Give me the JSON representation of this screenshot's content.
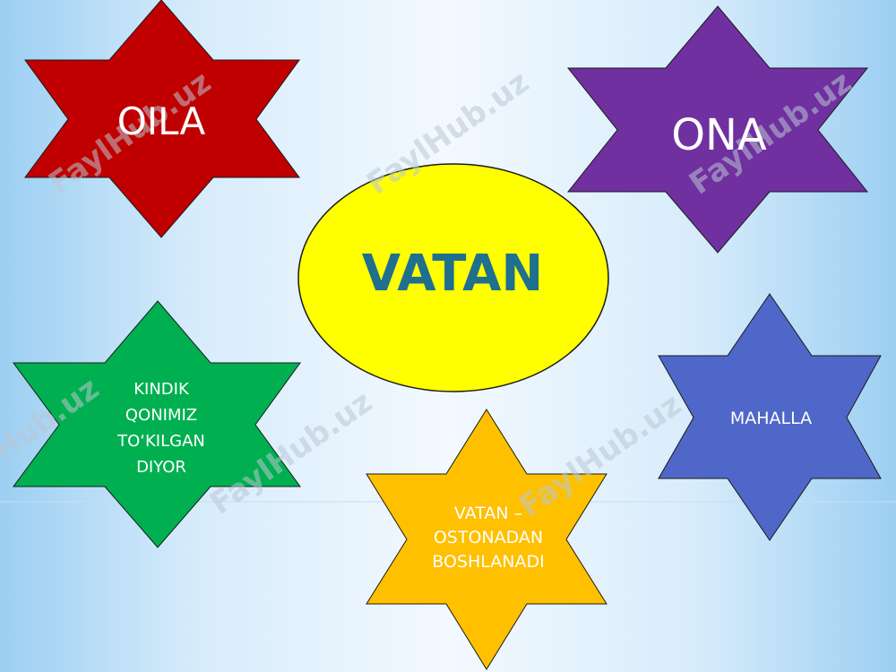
{
  "diagram": {
    "center": {
      "label": "VATAN",
      "fill": "#ffff00",
      "text_color": "#1f6f8f"
    },
    "stars": [
      {
        "id": "oila",
        "label": "OILA",
        "fill": "#c00000"
      },
      {
        "id": "ona",
        "label": "ONA",
        "fill": "#7030a0"
      },
      {
        "id": "kindik",
        "label": "KINDIK\nQONIMIZ\nTO‘KILGAN\nDIYOR",
        "fill": "#00b050"
      },
      {
        "id": "mahalla",
        "label": "MAHALLA",
        "fill": "#4f67c9"
      },
      {
        "id": "ostona",
        "label": "VATAN –\nOSTONADAN\nBOSHLANADI",
        "fill": "#ffc000"
      }
    ]
  },
  "watermark": {
    "text": "FaylHub.uz"
  }
}
